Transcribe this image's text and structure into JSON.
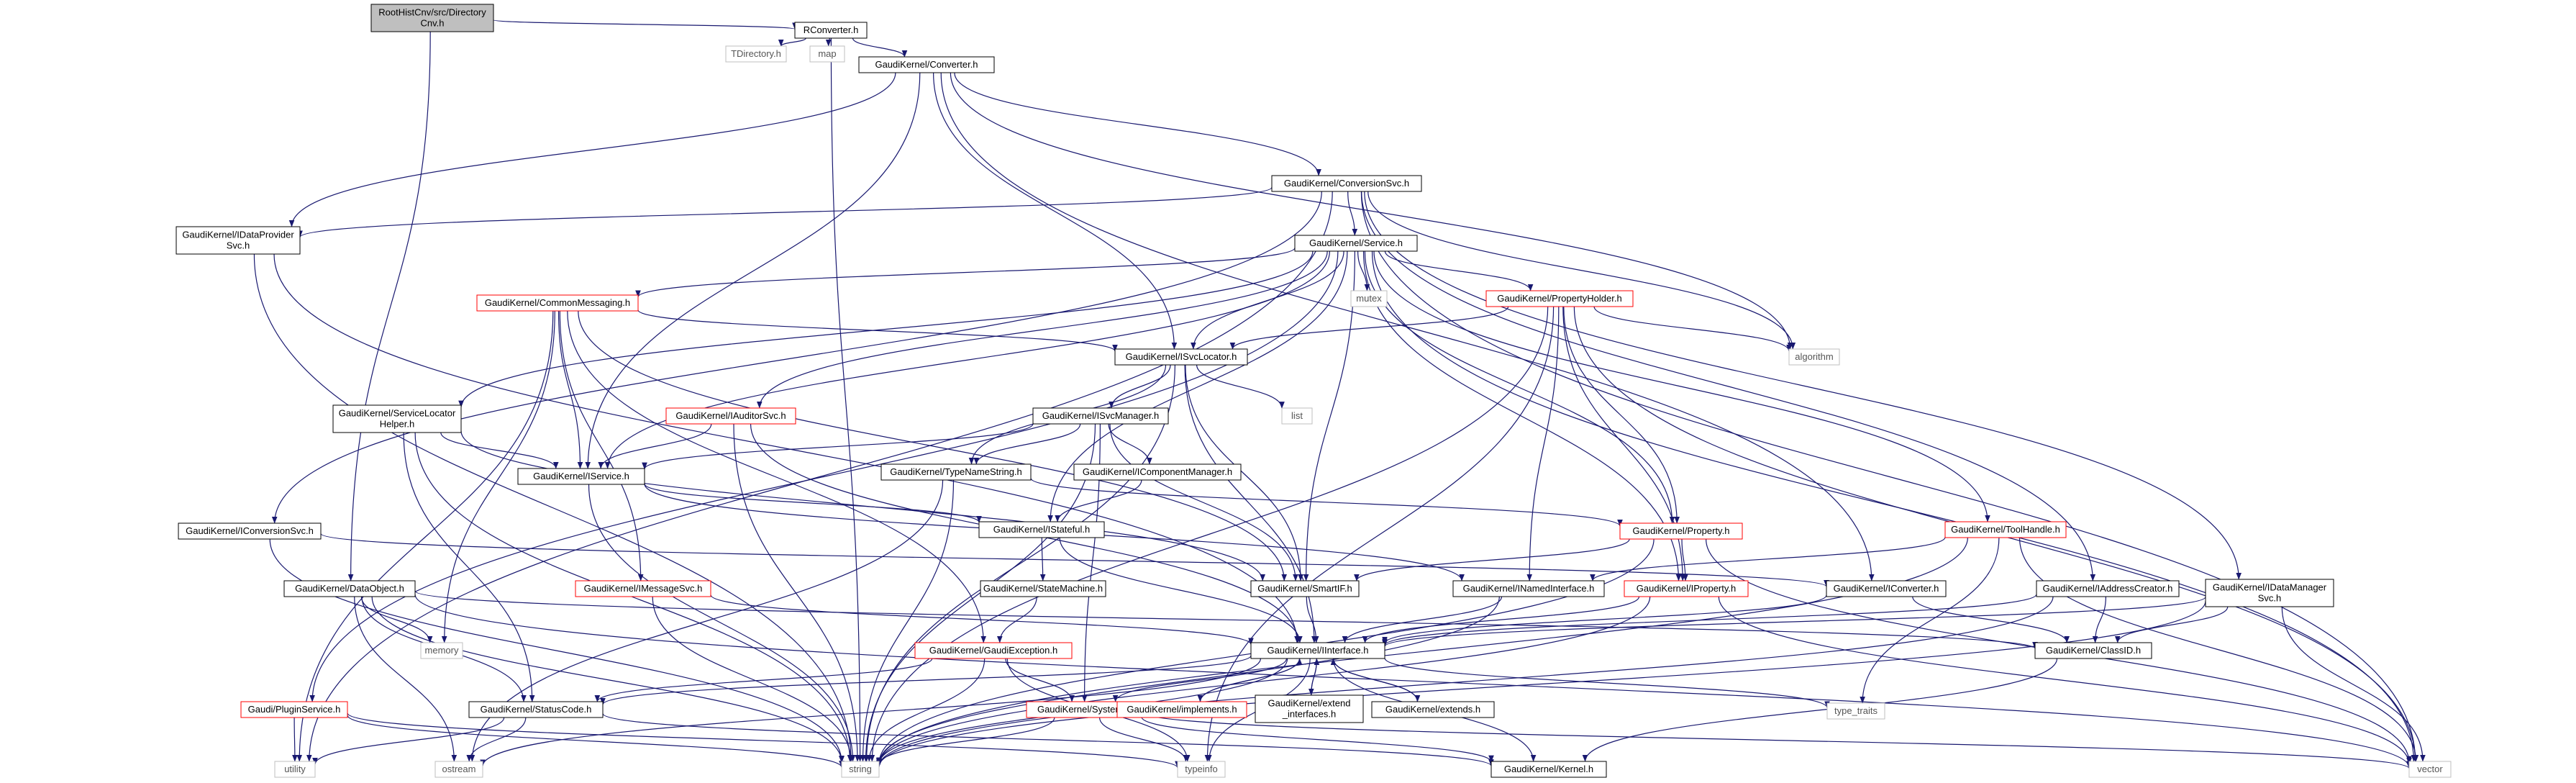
{
  "colors": {
    "edge": "#191970",
    "node_border_black": "#000000",
    "node_border_red": "#ff0000",
    "node_border_gray": "#bfbfbf",
    "root_fill": "#bfbfbf",
    "node_fill": "#ffffff",
    "text": "#000000"
  },
  "nodes": [
    {
      "id": "root",
      "lines": [
        "RootHistCnv/src/Directory",
        "Cnv.h"
      ],
      "style": "root"
    },
    {
      "id": "rconverter",
      "lines": [
        "RConverter.h"
      ],
      "style": "black"
    },
    {
      "id": "tdirectory",
      "lines": [
        "TDirectory.h"
      ],
      "style": "gray"
    },
    {
      "id": "map",
      "lines": [
        "map"
      ],
      "style": "gray"
    },
    {
      "id": "converter",
      "lines": [
        "GaudiKernel/Converter.h"
      ],
      "style": "black"
    },
    {
      "id": "conversionsvc",
      "lines": [
        "GaudiKernel/ConversionSvc.h"
      ],
      "style": "black"
    },
    {
      "id": "idataprovidersvc",
      "lines": [
        "GaudiKernel/IDataProvider",
        "Svc.h"
      ],
      "style": "black"
    },
    {
      "id": "service",
      "lines": [
        "GaudiKernel/Service.h"
      ],
      "style": "black"
    },
    {
      "id": "commonmessaging",
      "lines": [
        "GaudiKernel/CommonMessaging.h"
      ],
      "style": "red"
    },
    {
      "id": "mutex",
      "lines": [
        "mutex"
      ],
      "style": "gray"
    },
    {
      "id": "propertyholder",
      "lines": [
        "GaudiKernel/PropertyHolder.h"
      ],
      "style": "red"
    },
    {
      "id": "algorithm",
      "lines": [
        "algorithm"
      ],
      "style": "gray"
    },
    {
      "id": "isvclocator",
      "lines": [
        "GaudiKernel/ISvcLocator.h"
      ],
      "style": "black"
    },
    {
      "id": "list",
      "lines": [
        "list"
      ],
      "style": "gray"
    },
    {
      "id": "servicelocatorhelper",
      "lines": [
        "GaudiKernel/ServiceLocator",
        "Helper.h"
      ],
      "style": "black"
    },
    {
      "id": "iauditorsvc",
      "lines": [
        "GaudiKernel/IAuditorSvc.h"
      ],
      "style": "red"
    },
    {
      "id": "isvcmanager",
      "lines": [
        "GaudiKernel/ISvcManager.h"
      ],
      "style": "black"
    },
    {
      "id": "iservice",
      "lines": [
        "GaudiKernel/IService.h"
      ],
      "style": "black"
    },
    {
      "id": "typenamestring",
      "lines": [
        "GaudiKernel/TypeNameString.h"
      ],
      "style": "black"
    },
    {
      "id": "icomponentmanager",
      "lines": [
        "GaudiKernel/IComponentManager.h"
      ],
      "style": "black"
    },
    {
      "id": "istateful",
      "lines": [
        "GaudiKernel/IStateful.h"
      ],
      "style": "black"
    },
    {
      "id": "property",
      "lines": [
        "GaudiKernel/Property.h"
      ],
      "style": "red"
    },
    {
      "id": "toolhandle",
      "lines": [
        "GaudiKernel/ToolHandle.h"
      ],
      "style": "red"
    },
    {
      "id": "iconversionsvc",
      "lines": [
        "GaudiKernel/IConversionSvc.h"
      ],
      "style": "black"
    },
    {
      "id": "smartif",
      "lines": [
        "GaudiKernel/SmartIF.h"
      ],
      "style": "black"
    },
    {
      "id": "inamedinterface",
      "lines": [
        "GaudiKernel/INamedInterface.h"
      ],
      "style": "black"
    },
    {
      "id": "iproperty",
      "lines": [
        "GaudiKernel/IProperty.h"
      ],
      "style": "red"
    },
    {
      "id": "iconverter",
      "lines": [
        "GaudiKernel/IConverter.h"
      ],
      "style": "black"
    },
    {
      "id": "iaddresscreator",
      "lines": [
        "GaudiKernel/IAddressCreator.h"
      ],
      "style": "black"
    },
    {
      "id": "idatamanagersvc",
      "lines": [
        "GaudiKernel/IDataManager",
        "Svc.h"
      ],
      "style": "black"
    },
    {
      "id": "dataobject",
      "lines": [
        "GaudiKernel/DataObject.h"
      ],
      "style": "black"
    },
    {
      "id": "imessagesvc",
      "lines": [
        "GaudiKernel/IMessageSvc.h"
      ],
      "style": "red"
    },
    {
      "id": "statemachine",
      "lines": [
        "GaudiKernel/StateMachine.h"
      ],
      "style": "black"
    },
    {
      "id": "memory",
      "lines": [
        "memory"
      ],
      "style": "gray"
    },
    {
      "id": "gaudiexception",
      "lines": [
        "GaudiKernel/GaudiException.h"
      ],
      "style": "red"
    },
    {
      "id": "iinterface",
      "lines": [
        "GaudiKernel/IInterface.h"
      ],
      "style": "black"
    },
    {
      "id": "classid",
      "lines": [
        "GaudiKernel/ClassID.h"
      ],
      "style": "black"
    },
    {
      "id": "pluginservice",
      "lines": [
        "Gaudi/PluginService.h"
      ],
      "style": "red"
    },
    {
      "id": "statuscode",
      "lines": [
        "GaudiKernel/StatusCode.h"
      ],
      "style": "black"
    },
    {
      "id": "system",
      "lines": [
        "GaudiKernel/System.h"
      ],
      "style": "red"
    },
    {
      "id": "implements",
      "lines": [
        "GaudiKernel/implements.h"
      ],
      "style": "red"
    },
    {
      "id": "extendinterfaces",
      "lines": [
        "GaudiKernel/extend",
        "_interfaces.h"
      ],
      "style": "black"
    },
    {
      "id": "extends",
      "lines": [
        "GaudiKernel/extends.h"
      ],
      "style": "black"
    },
    {
      "id": "typetraits",
      "lines": [
        "type_traits"
      ],
      "style": "gray"
    },
    {
      "id": "utility",
      "lines": [
        "utility"
      ],
      "style": "gray"
    },
    {
      "id": "ostream",
      "lines": [
        "ostream"
      ],
      "style": "gray"
    },
    {
      "id": "string",
      "lines": [
        "string"
      ],
      "style": "gray"
    },
    {
      "id": "typeinfo",
      "lines": [
        "typeinfo"
      ],
      "style": "gray"
    },
    {
      "id": "kernel",
      "lines": [
        "GaudiKernel/Kernel.h"
      ],
      "style": "black"
    },
    {
      "id": "vector",
      "lines": [
        "vector"
      ],
      "style": "gray"
    }
  ],
  "edges": [
    [
      "root",
      "rconverter"
    ],
    [
      "root",
      "dataobject"
    ],
    [
      "rconverter",
      "tdirectory"
    ],
    [
      "rconverter",
      "map"
    ],
    [
      "rconverter",
      "converter"
    ],
    [
      "rconverter",
      "string"
    ],
    [
      "converter",
      "conversionsvc"
    ],
    [
      "converter",
      "idataprovidersvc"
    ],
    [
      "converter",
      "iservice"
    ],
    [
      "converter",
      "isvclocator"
    ],
    [
      "converter",
      "iconverter"
    ],
    [
      "converter",
      "algorithm"
    ],
    [
      "conversionsvc",
      "service"
    ],
    [
      "conversionsvc",
      "idataprovidersvc"
    ],
    [
      "conversionsvc",
      "iconversionsvc"
    ],
    [
      "conversionsvc",
      "iaddresscreator"
    ],
    [
      "conversionsvc",
      "idatamanagersvc"
    ],
    [
      "conversionsvc",
      "vector"
    ],
    [
      "conversionsvc",
      "utility"
    ],
    [
      "conversionsvc",
      "algorithm"
    ],
    [
      "idataprovidersvc",
      "iinterface"
    ],
    [
      "idataprovidersvc",
      "string"
    ],
    [
      "service",
      "commonmessaging"
    ],
    [
      "service",
      "mutex"
    ],
    [
      "service",
      "propertyholder"
    ],
    [
      "service",
      "isvclocator"
    ],
    [
      "service",
      "servicelocatorhelper"
    ],
    [
      "service",
      "iauditorsvc"
    ],
    [
      "service",
      "iservice"
    ],
    [
      "service",
      "property"
    ],
    [
      "service",
      "iproperty"
    ],
    [
      "service",
      "toolhandle"
    ],
    [
      "service",
      "istateful"
    ],
    [
      "service",
      "smartif"
    ],
    [
      "service",
      "pluginservice"
    ],
    [
      "service",
      "vector"
    ],
    [
      "commonmessaging",
      "isvclocator"
    ],
    [
      "commonmessaging",
      "iservice"
    ],
    [
      "commonmessaging",
      "imessagesvc"
    ],
    [
      "commonmessaging",
      "gaudiexception"
    ],
    [
      "commonmessaging",
      "smartif"
    ],
    [
      "commonmessaging",
      "memory"
    ],
    [
      "commonmessaging",
      "utility"
    ],
    [
      "propertyholder",
      "isvclocator"
    ],
    [
      "propertyholder",
      "algorithm"
    ],
    [
      "propertyholder",
      "property"
    ],
    [
      "propertyholder",
      "iproperty"
    ],
    [
      "propertyholder",
      "inamedinterface"
    ],
    [
      "propertyholder",
      "vector"
    ],
    [
      "propertyholder",
      "string"
    ],
    [
      "propertyholder",
      "typeinfo"
    ],
    [
      "isvclocator",
      "list"
    ],
    [
      "isvclocator",
      "isvcmanager"
    ],
    [
      "isvclocator",
      "typenamestring"
    ],
    [
      "isvclocator",
      "smartif"
    ],
    [
      "isvclocator",
      "iinterface"
    ],
    [
      "isvclocator",
      "string"
    ],
    [
      "servicelocatorhelper",
      "iservice"
    ],
    [
      "servicelocatorhelper",
      "smartif"
    ],
    [
      "servicelocatorhelper",
      "statuscode"
    ],
    [
      "servicelocatorhelper",
      "string"
    ],
    [
      "iauditorsvc",
      "iservice"
    ],
    [
      "iauditorsvc",
      "iinterface"
    ],
    [
      "iauditorsvc",
      "string"
    ],
    [
      "isvcmanager",
      "iservice"
    ],
    [
      "isvcmanager",
      "typenamestring"
    ],
    [
      "isvcmanager",
      "icomponentmanager"
    ],
    [
      "isvcmanager",
      "smartif"
    ],
    [
      "isvcmanager",
      "string"
    ],
    [
      "isvcmanager",
      "system"
    ],
    [
      "iservice",
      "istateful"
    ],
    [
      "iservice",
      "inamedinterface"
    ],
    [
      "iservice",
      "string"
    ],
    [
      "typenamestring",
      "property"
    ],
    [
      "typenamestring",
      "string"
    ],
    [
      "typenamestring",
      "ostream"
    ],
    [
      "icomponentmanager",
      "istateful"
    ],
    [
      "istateful",
      "statemachine"
    ],
    [
      "istateful",
      "iinterface"
    ],
    [
      "statemachine",
      "gaudiexception"
    ],
    [
      "property",
      "smartif"
    ],
    [
      "property",
      "iproperty"
    ],
    [
      "property",
      "string"
    ],
    [
      "property",
      "vector"
    ],
    [
      "toolhandle",
      "inamedinterface"
    ],
    [
      "toolhandle",
      "typetraits"
    ],
    [
      "toolhandle",
      "string"
    ],
    [
      "toolhandle",
      "vector"
    ],
    [
      "iconversionsvc",
      "iconverter"
    ],
    [
      "iconversionsvc",
      "string"
    ],
    [
      "smartif",
      "iinterface"
    ],
    [
      "inamedinterface",
      "iinterface"
    ],
    [
      "inamedinterface",
      "string"
    ],
    [
      "iproperty",
      "iinterface"
    ],
    [
      "iproperty",
      "string"
    ],
    [
      "iproperty",
      "vector"
    ],
    [
      "iconverter",
      "iinterface"
    ],
    [
      "iconverter",
      "classid"
    ],
    [
      "iaddresscreator",
      "iinterface"
    ],
    [
      "iaddresscreator",
      "classid"
    ],
    [
      "iaddresscreator",
      "string"
    ],
    [
      "idatamanagersvc",
      "iinterface"
    ],
    [
      "idatamanagersvc",
      "classid"
    ],
    [
      "idatamanagersvc",
      "string"
    ],
    [
      "idatamanagersvc",
      "vector"
    ],
    [
      "dataobject",
      "classid"
    ],
    [
      "dataobject",
      "statuscode"
    ],
    [
      "dataobject",
      "memory"
    ],
    [
      "dataobject",
      "string"
    ],
    [
      "dataobject",
      "ostream"
    ],
    [
      "dataobject",
      "vector"
    ],
    [
      "imessagesvc",
      "iinterface"
    ],
    [
      "imessagesvc",
      "string"
    ],
    [
      "gaudiexception",
      "statuscode"
    ],
    [
      "gaudiexception",
      "system"
    ],
    [
      "gaudiexception",
      "string"
    ],
    [
      "gaudiexception",
      "typeinfo"
    ],
    [
      "iinterface",
      "statuscode"
    ],
    [
      "iinterface",
      "system"
    ],
    [
      "iinterface",
      "implements"
    ],
    [
      "iinterface",
      "extendinterfaces"
    ],
    [
      "iinterface",
      "extends"
    ],
    [
      "iinterface",
      "kernel"
    ],
    [
      "iinterface",
      "typetraits"
    ],
    [
      "iinterface",
      "ostream"
    ],
    [
      "iinterface",
      "string"
    ],
    [
      "iinterface",
      "typeinfo"
    ],
    [
      "classid",
      "kernel"
    ],
    [
      "pluginservice",
      "string"
    ],
    [
      "pluginservice",
      "utility"
    ],
    [
      "pluginservice",
      "typeinfo"
    ],
    [
      "statuscode",
      "utility"
    ],
    [
      "statuscode",
      "ostream"
    ],
    [
      "statuscode",
      "kernel"
    ],
    [
      "system",
      "kernel"
    ],
    [
      "system",
      "string"
    ],
    [
      "system",
      "vector"
    ],
    [
      "system",
      "typeinfo"
    ],
    [
      "implements",
      "iinterface"
    ],
    [
      "extendinterfaces",
      "iinterface"
    ],
    [
      "extends",
      "iinterface"
    ]
  ]
}
